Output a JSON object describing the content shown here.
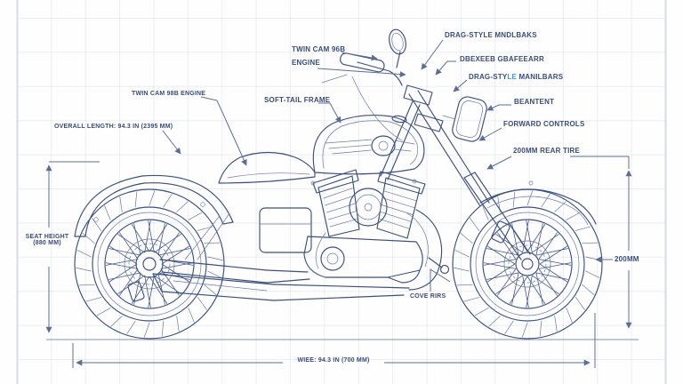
{
  "drawing": {
    "subject": "cruiser motorcycle side-view technical blueprint"
  },
  "colors": {
    "ink": "#3d4f7d",
    "dimension_line": "#5e6d95",
    "label_text": "#3a4c78",
    "accent_blue": "#2f9be8",
    "grid": "#e8ebf3",
    "background": "#fefefe"
  },
  "callouts": {
    "twin_cam_top_1": "TWIN CAM 96B",
    "twin_cam_top_2": "ENGINE",
    "handlebars_1": "DRAG-STYLE MNDLBAKS",
    "gear": "DBEXEEB GBAFEEARR",
    "handlebars_2": {
      "prefix": "DRAG-STY",
      "accent": "LE",
      "suffix": " MANILBARS"
    },
    "twin_cam_left": "TWIN CAM 98B ENGINE",
    "soft_tail": "SOFT-TAIL FRAME",
    "overall_length": "OVERALL LENGTH: 94.3 IN (2395 MM)",
    "beantent": "BEANTENT",
    "forward_controls": "FORWARD CONTROLS",
    "rear_tire": "200MM REAR TIRE",
    "seat_height_1": "SEAT HEIGHT",
    "seat_height_2": "(880 MM)",
    "tire_width": "200MM",
    "cove_rirs": "COVE RIRS",
    "wheelbase": "WIEE: 94.3 IN (700 MM)"
  }
}
